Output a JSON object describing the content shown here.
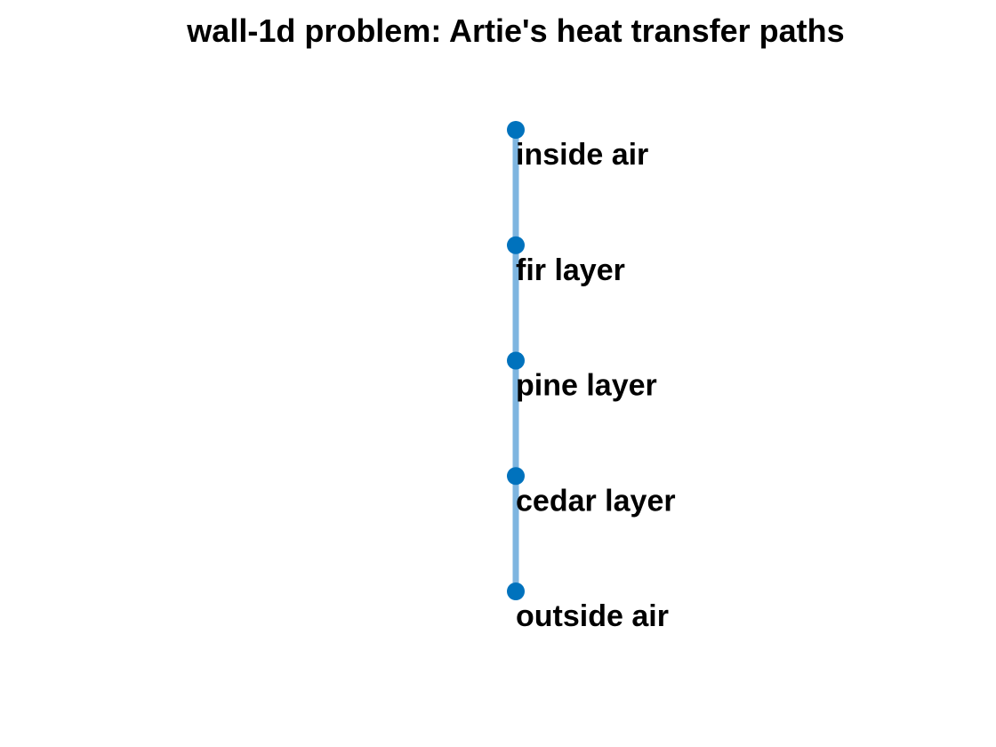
{
  "title": "wall-1d problem: Artie's heat transfer paths",
  "graph": {
    "nodes": [
      {
        "id": "inside-air",
        "label": "inside air"
      },
      {
        "id": "fir-layer",
        "label": "fir layer"
      },
      {
        "id": "pine-layer",
        "label": "pine layer"
      },
      {
        "id": "cedar-layer",
        "label": "cedar layer"
      },
      {
        "id": "outside-air",
        "label": "outside air"
      }
    ],
    "edges": [
      {
        "from": "inside-air",
        "to": "fir-layer"
      },
      {
        "from": "fir-layer",
        "to": "pine-layer"
      },
      {
        "from": "pine-layer",
        "to": "cedar-layer"
      },
      {
        "from": "cedar-layer",
        "to": "outside-air"
      }
    ]
  },
  "colors": {
    "node": "#0072BD",
    "edge": "#7EB5E0",
    "text": "#000000",
    "background": "#FFFFFF"
  }
}
